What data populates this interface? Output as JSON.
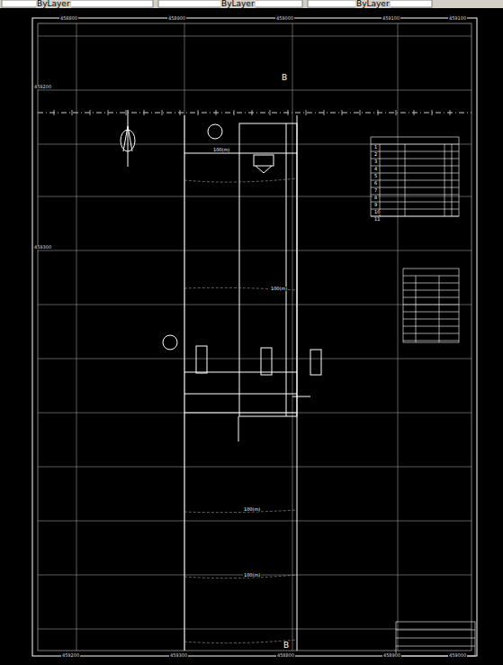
{
  "diagram": {
    "labels": [
      "ByLayer",
      "ByLayer",
      "ByLayer",
      "B",
      "B",
      "458800",
      "458900",
      "459000",
      "459100",
      "459200",
      "459300",
      "458800",
      "458900",
      "459000",
      "459100",
      "459200",
      "459300",
      "1",
      "2",
      "3",
      "4",
      "5",
      "6",
      "7",
      "8",
      "9",
      "10",
      "11",
      "100(m)",
      "100(m)",
      "100(m)",
      "100(m)"
    ]
  }
}
